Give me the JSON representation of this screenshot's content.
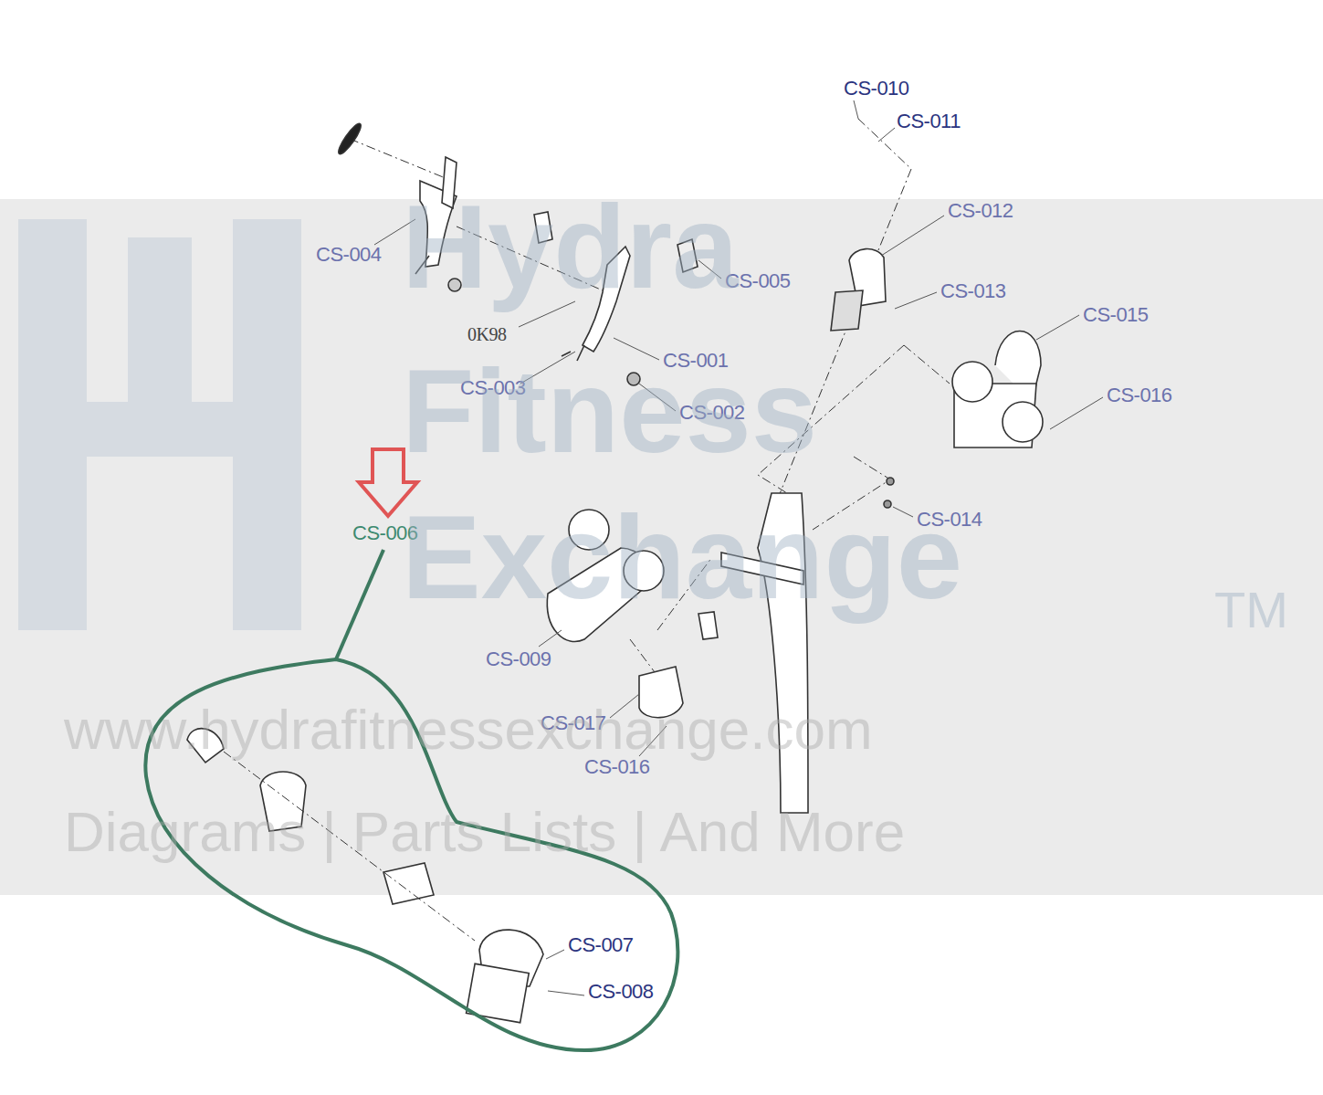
{
  "diagram": {
    "labels": [
      "CS-010",
      "CS-011",
      "CS-012",
      "CS-004",
      "CS-005",
      "CS-013",
      "CS-015",
      "0K98",
      "CS-001",
      "CS-016",
      "CS-003",
      "CS-002",
      "CS-014",
      "CS-006",
      "CS-009",
      "CS-017",
      "CS-016",
      "CS-007",
      "CS-008",
      "Hydra",
      "Fitness",
      "Exchange",
      "TM",
      "www.hydrafitnessexchange.com",
      "Diagrams | Parts Lists | And More"
    ]
  }
}
